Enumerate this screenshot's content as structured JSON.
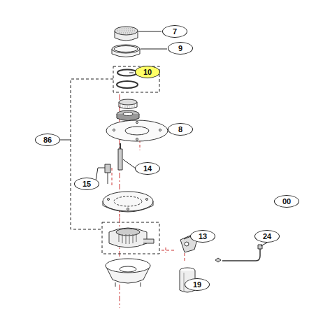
{
  "diagram": {
    "nodes": [
      {
        "text": [
          "7"
        ]
      },
      {
        "text": [
          "9"
        ]
      },
      {
        "text": [
          "10"
        ]
      },
      {
        "text": [
          "8"
        ]
      },
      {
        "text": [
          "86"
        ]
      },
      {
        "text": [
          "14"
        ]
      },
      {
        "text": [
          "15"
        ]
      },
      {
        "text": [
          "00"
        ]
      },
      {
        "text": [
          "13"
        ]
      },
      {
        "text": [
          "24"
        ]
      },
      {
        "text": [
          "19"
        ]
      }
    ]
  }
}
